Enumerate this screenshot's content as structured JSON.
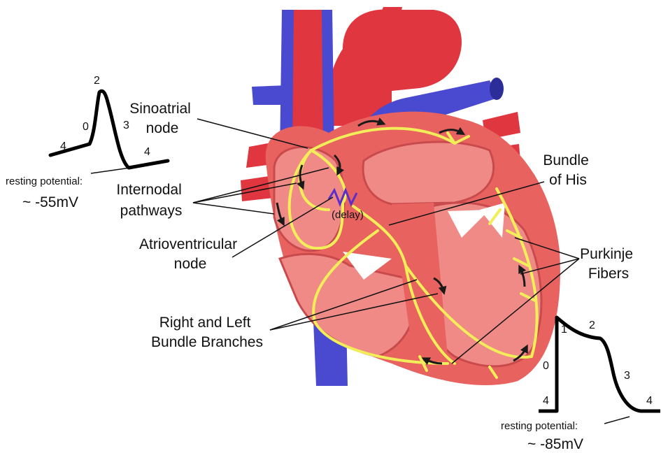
{
  "colors": {
    "vein": "#4a4ad0",
    "artery": "#e0363f",
    "muscle": "#e8625f",
    "muscle_dark": "#c94a4c",
    "chamber": "#f08a86",
    "pathway": "#f2ee5a",
    "delay_zigzag": "#5b2ec9"
  },
  "labels": {
    "sinoatrial": [
      "Sinoatrial",
      "node"
    ],
    "internodal": [
      "Internodal",
      "pathways"
    ],
    "atrioventricular": [
      "Atrioventricular",
      "node"
    ],
    "bundle_branches": [
      "Right and Left",
      "Bundle Branches"
    ],
    "bundle_his": [
      "Bundle",
      "of His"
    ],
    "purkinje": [
      "Purkinje",
      "Fibers"
    ],
    "delay": "(delay)"
  },
  "sa_potential": {
    "phases": [
      "4",
      "0",
      "2",
      "3",
      "4"
    ],
    "resting_label": "resting potential:",
    "resting_value": "~ -55mV"
  },
  "ventricular_potential": {
    "phases": [
      "1",
      "2",
      "0",
      "3",
      "4",
      "4"
    ],
    "resting_label": "resting potential:",
    "resting_value": "~ -85mV"
  }
}
